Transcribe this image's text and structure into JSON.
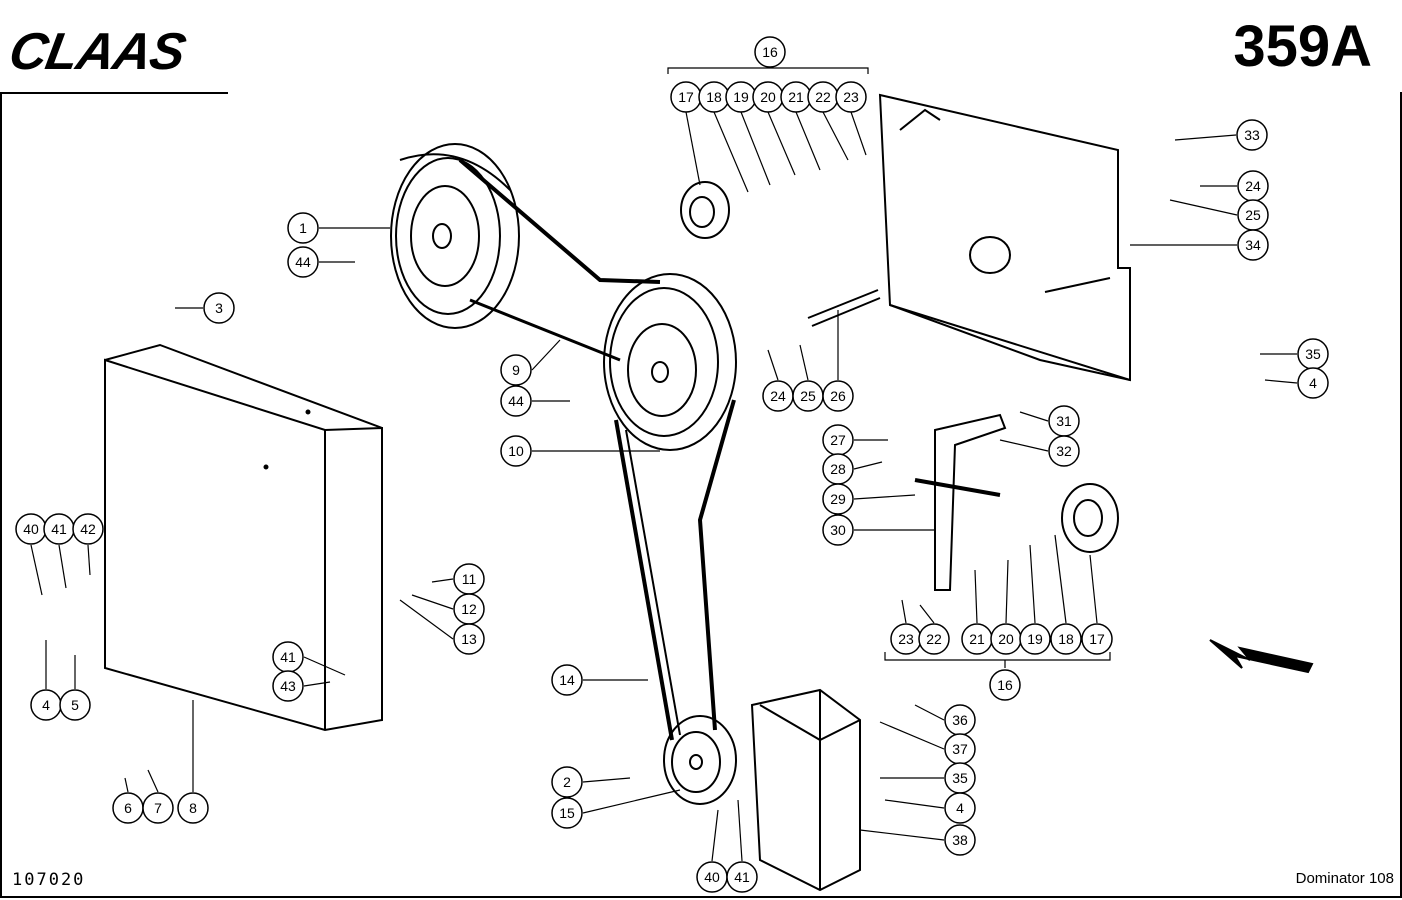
{
  "header": {
    "brand": "CLAAS",
    "sheet_number": "359A"
  },
  "footer": {
    "drawing_code": "107020",
    "model": "Dominator 108"
  },
  "callouts": [
    {
      "key": "c16a",
      "label": "16"
    },
    {
      "key": "c17a",
      "label": "17"
    },
    {
      "key": "c18a",
      "label": "18"
    },
    {
      "key": "c19a",
      "label": "19"
    },
    {
      "key": "c20a",
      "label": "20"
    },
    {
      "key": "c21a",
      "label": "21"
    },
    {
      "key": "c22a",
      "label": "22"
    },
    {
      "key": "c23a",
      "label": "23"
    },
    {
      "key": "c33",
      "label": "33"
    },
    {
      "key": "c24a",
      "label": "24"
    },
    {
      "key": "c25a",
      "label": "25"
    },
    {
      "key": "c34",
      "label": "34"
    },
    {
      "key": "c1",
      "label": "1"
    },
    {
      "key": "c44a",
      "label": "44"
    },
    {
      "key": "c3",
      "label": "3"
    },
    {
      "key": "c9",
      "label": "9"
    },
    {
      "key": "c44b",
      "label": "44"
    },
    {
      "key": "c24b",
      "label": "24"
    },
    {
      "key": "c25b",
      "label": "25"
    },
    {
      "key": "c26",
      "label": "26"
    },
    {
      "key": "c35a",
      "label": "35"
    },
    {
      "key": "c4a",
      "label": "4"
    },
    {
      "key": "c31",
      "label": "31"
    },
    {
      "key": "c32",
      "label": "32"
    },
    {
      "key": "c27",
      "label": "27"
    },
    {
      "key": "c28",
      "label": "28"
    },
    {
      "key": "c29",
      "label": "29"
    },
    {
      "key": "c30",
      "label": "30"
    },
    {
      "key": "c10",
      "label": "10"
    },
    {
      "key": "c40a",
      "label": "40"
    },
    {
      "key": "c41a",
      "label": "41"
    },
    {
      "key": "c42",
      "label": "42"
    },
    {
      "key": "c11",
      "label": "11"
    },
    {
      "key": "c12",
      "label": "12"
    },
    {
      "key": "c13",
      "label": "13"
    },
    {
      "key": "c23b",
      "label": "23"
    },
    {
      "key": "c22b",
      "label": "22"
    },
    {
      "key": "c21b",
      "label": "21"
    },
    {
      "key": "c20b",
      "label": "20"
    },
    {
      "key": "c19b",
      "label": "19"
    },
    {
      "key": "c18b",
      "label": "18"
    },
    {
      "key": "c17b",
      "label": "17"
    },
    {
      "key": "c16b",
      "label": "16"
    },
    {
      "key": "c4b",
      "label": "4"
    },
    {
      "key": "c5",
      "label": "5"
    },
    {
      "key": "c41b",
      "label": "41"
    },
    {
      "key": "c43",
      "label": "43"
    },
    {
      "key": "c14",
      "label": "14"
    },
    {
      "key": "c36",
      "label": "36"
    },
    {
      "key": "c37",
      "label": "37"
    },
    {
      "key": "c6",
      "label": "6"
    },
    {
      "key": "c7",
      "label": "7"
    },
    {
      "key": "c8",
      "label": "8"
    },
    {
      "key": "c2",
      "label": "2"
    },
    {
      "key": "c35b",
      "label": "35"
    },
    {
      "key": "c15",
      "label": "15"
    },
    {
      "key": "c4c",
      "label": "4"
    },
    {
      "key": "c38",
      "label": "38"
    },
    {
      "key": "c40b",
      "label": "40"
    },
    {
      "key": "c41c",
      "label": "41"
    }
  ]
}
